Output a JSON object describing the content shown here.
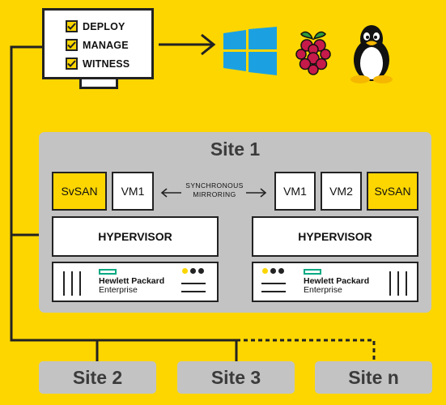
{
  "checklist": [
    "DEPLOY",
    "MANAGE",
    "WITNESS"
  ],
  "os_icons": [
    "windows-icon",
    "raspberry-pi-icon",
    "linux-tux-icon"
  ],
  "site1": {
    "title": "Site 1",
    "left": {
      "vms": [
        "SvSAN",
        "VM1"
      ],
      "hypervisor": "HYPERVISOR"
    },
    "sync_label_line1": "SYNCHRONOUS",
    "sync_label_line2": "MIRRORING",
    "right": {
      "vms": [
        "VM1",
        "VM2",
        "SvSAN"
      ],
      "hypervisor": "HYPERVISOR"
    },
    "vendor_line1": "Hewlett Packard",
    "vendor_line2": "Enterprise"
  },
  "other_sites": [
    "Site 2",
    "Site 3",
    "Site n"
  ],
  "colors": {
    "background": "#FDD600",
    "site_panel": "#C3C3C3",
    "hpe_green": "#01A982"
  }
}
